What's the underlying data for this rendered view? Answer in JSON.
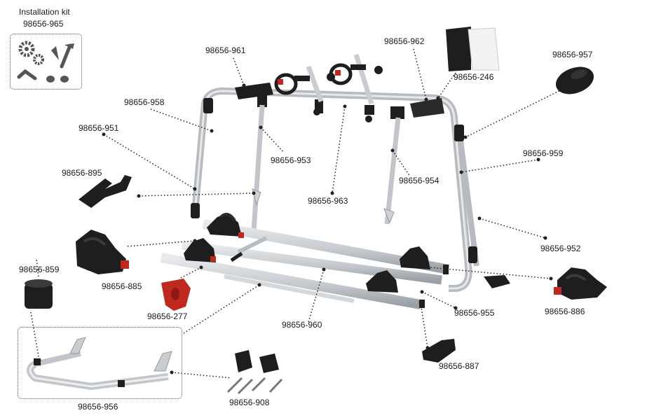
{
  "kit": {
    "title": "Installation kit",
    "part": "98656-965"
  },
  "parts": {
    "p961": "98656-961",
    "p962": "98656-962",
    "p246": "98656-246",
    "p957": "98656-957",
    "p958": "98656-958",
    "p951": "98656-951",
    "p953": "98656-953",
    "p954": "98656-954",
    "p959": "98656-959",
    "p895": "98656-895",
    "p963": "98656-963",
    "p952": "98656-952",
    "p885": "98656-885",
    "p859": "98656-859",
    "p277": "98656-277",
    "p960": "98656-960",
    "p955": "98656-955",
    "p886": "98656-886",
    "p887": "98656-887",
    "p908": "98656-908",
    "p956": "98656-956"
  },
  "colors": {
    "aluminium": "#c9ccd0",
    "aluminium_dark": "#9ea3a8",
    "black_part": "#1e1e1e",
    "red_part": "#c0281e",
    "leader": "#222222"
  }
}
